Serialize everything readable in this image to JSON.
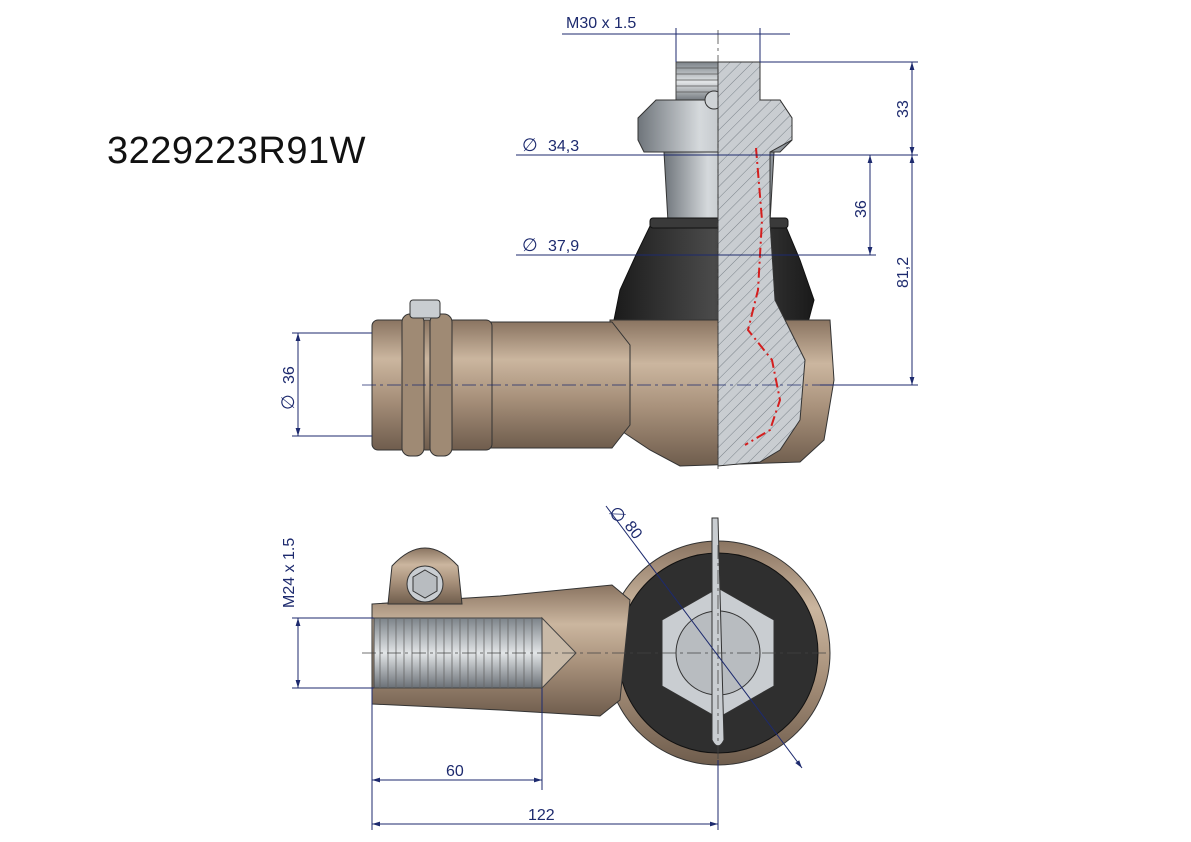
{
  "part_number": "3229223R91W",
  "colors": {
    "dimension_line": "#1d2a6e",
    "dimension_text": "#1d2a6e",
    "body_bronze": "#b59c83",
    "steel": "#b8bcc0",
    "boot_black": "#2a2a2a",
    "section_hatch": "#8c949b",
    "grease_line": "#d41e1e"
  },
  "dimensions": {
    "thread_top": "M30 x 1.5",
    "diameter_taper_top": "34,3",
    "diameter_taper_bottom": "37,9",
    "height_thread": "33",
    "height_taper": "36",
    "height_total": "81,2",
    "diameter_shank": "36",
    "thread_shank": "M24 x 1.5",
    "diameter_housing": "80",
    "length_thread": "60",
    "length_total": "122"
  },
  "symbols": {
    "diameter": "∅"
  }
}
